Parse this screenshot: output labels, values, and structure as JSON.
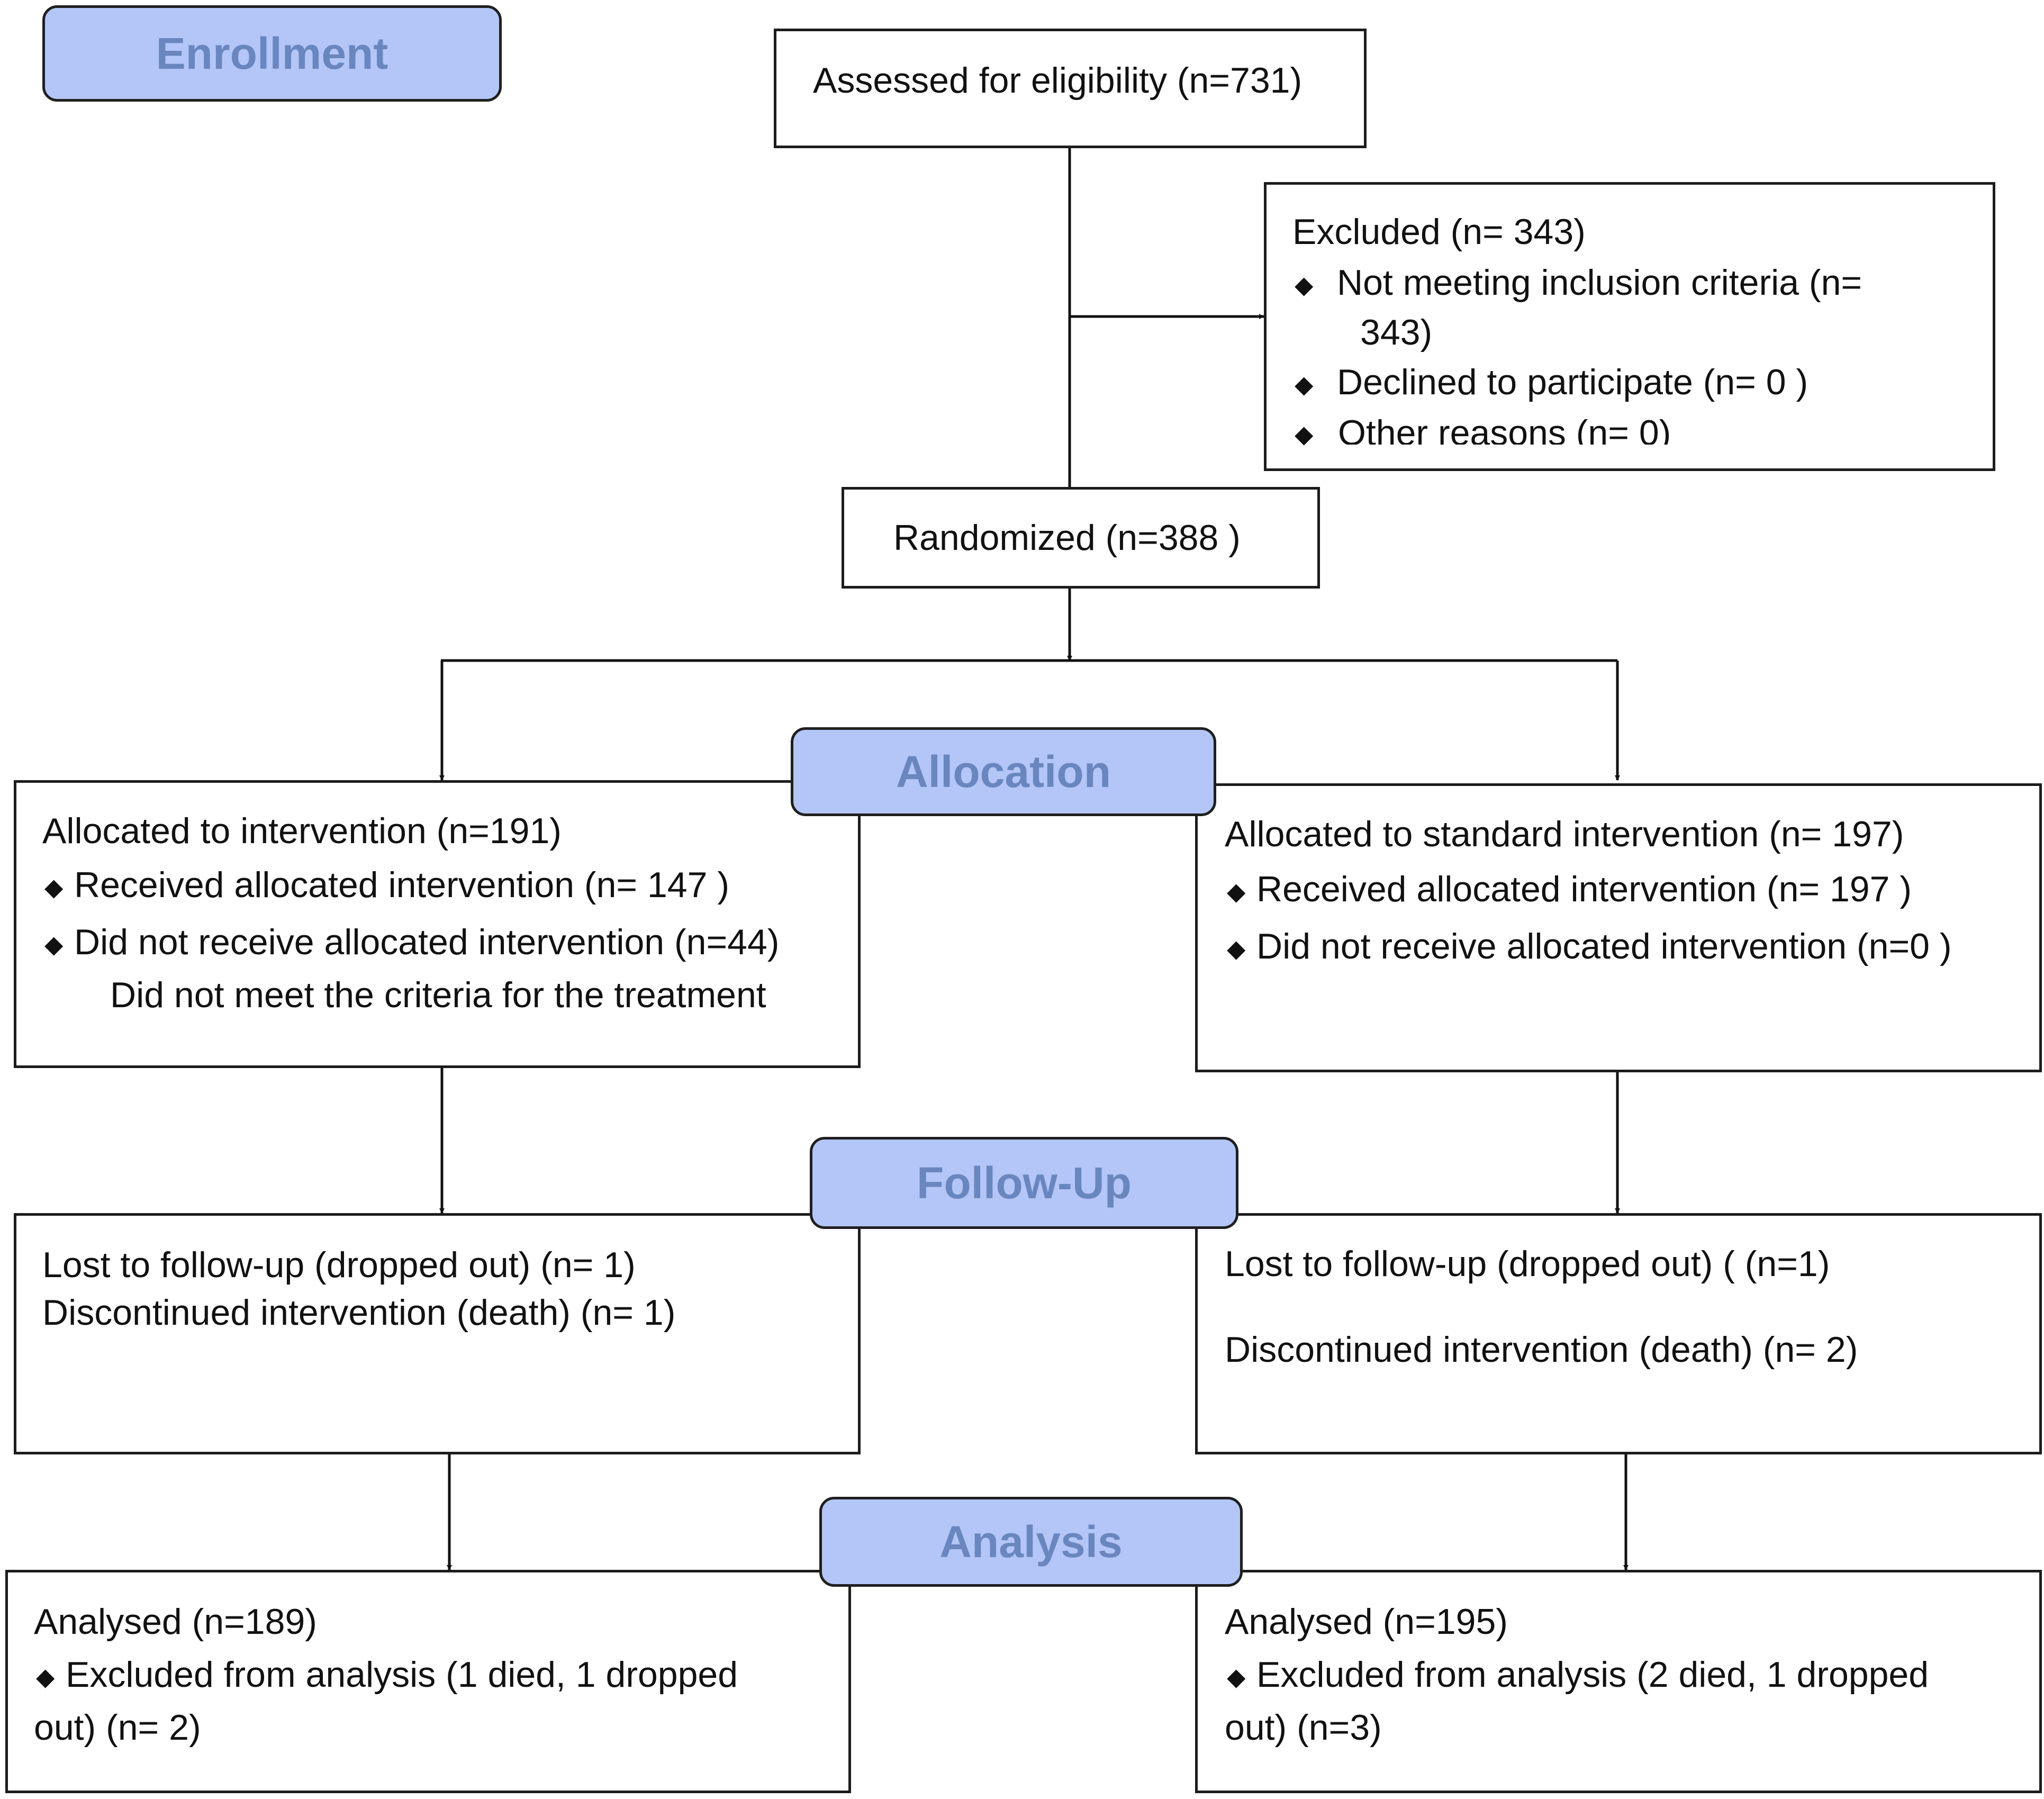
{
  "stages": {
    "enrollment": "Enrollment",
    "allocation": "Allocation",
    "follow_up": "Follow-Up",
    "analysis": "Analysis"
  },
  "bullet": "◆",
  "enrollment": {
    "assessed": "Assessed for eligibility (n=731)",
    "excluded": {
      "title": "Excluded (n= 343)",
      "items": [
        "Not meeting inclusion criteria (n=",
        "343)",
        "Declined to participate (n= 0 )",
        "Other reasons (n=  0)"
      ]
    },
    "randomized": "Randomized (n=388  )"
  },
  "allocation": {
    "left": {
      "title": "Allocated to intervention (n=191)",
      "items": [
        "Received allocated intervention (n= 147 )",
        "Did not receive allocated intervention (n=44)"
      ],
      "note": "Did not meet the criteria for the treatment"
    },
    "right": {
      "title": "Allocated to standard intervention (n= 197)",
      "items": [
        "Received allocated intervention (n= 197 )",
        "Did not receive allocated intervention (n=0  )"
      ]
    }
  },
  "follow_up": {
    "left": {
      "lost": "Lost to follow-up (dropped out) (n= 1)",
      "discontinued": "Discontinued intervention (death) (n= 1)"
    },
    "right": {
      "lost": "Lost to follow-up (dropped out) ( (n=1)",
      "discontinued": "Discontinued intervention (death) (n= 2)"
    }
  },
  "analysis": {
    "left": {
      "analysed": "Analysed (n=189)",
      "excluded_line1": "Excluded from analysis (1 died, 1 dropped",
      "excluded_line2": "out) (n= 2)"
    },
    "right": {
      "analysed": "Analysed (n=195)",
      "excluded_line1": "Excluded from analysis (2 died, 1 dropped",
      "excluded_line2": "out) (n=3)"
    }
  }
}
